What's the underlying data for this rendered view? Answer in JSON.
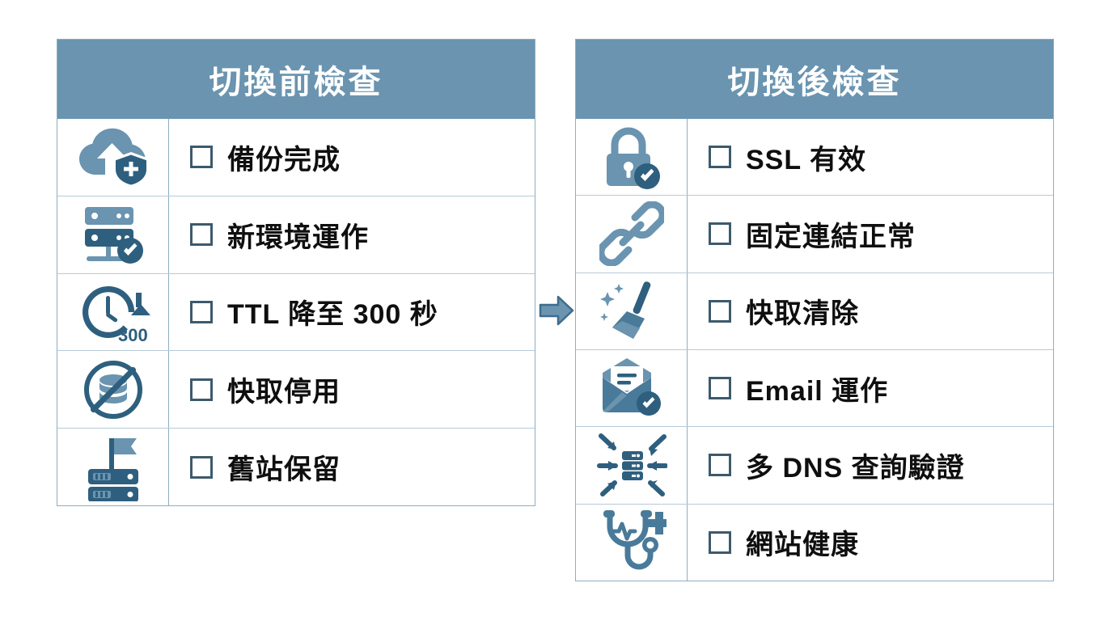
{
  "background_color": "#ffffff",
  "theme": {
    "header_bg": "#6a94b0",
    "header_text": "#ffffff",
    "panel_border": "#8fadc0",
    "row_divider": "#b7cbd9",
    "checkbox_border": "#3d5a6c",
    "label_text": "#0f0f0f",
    "icon_light": "#6a94b0",
    "icon_dark": "#2e5f7e"
  },
  "panels": [
    {
      "id": "before",
      "title": "切換前檢查",
      "rows": [
        {
          "icon": "cloud-upload-shield-icon",
          "label": "備份完成"
        },
        {
          "icon": "server-check-icon",
          "label": "新環境運作"
        },
        {
          "icon": "clock-ttl-300-icon",
          "label": "TTL 降至 300 秒"
        },
        {
          "icon": "database-disabled-icon",
          "label": "快取停用"
        },
        {
          "icon": "server-flag-icon",
          "label": "舊站保留"
        }
      ]
    },
    {
      "id": "after",
      "title": "切換後檢查",
      "rows": [
        {
          "icon": "lock-check-icon",
          "label": "SSL 有效"
        },
        {
          "icon": "link-chain-icon",
          "label": "固定連結正常"
        },
        {
          "icon": "broom-sparkle-icon",
          "label": "快取清除"
        },
        {
          "icon": "envelope-check-icon",
          "label": "Email 運作"
        },
        {
          "icon": "dns-propagation-icon",
          "label": "多 DNS 查詢驗證"
        },
        {
          "icon": "stethoscope-health-icon",
          "label": "網站健康"
        }
      ]
    }
  ],
  "flow": {
    "arrow_icon": "arrow-right-icon",
    "arrow_color": "#6a94b0"
  },
  "icon_labels": {
    "clock_badge_value": "300"
  }
}
